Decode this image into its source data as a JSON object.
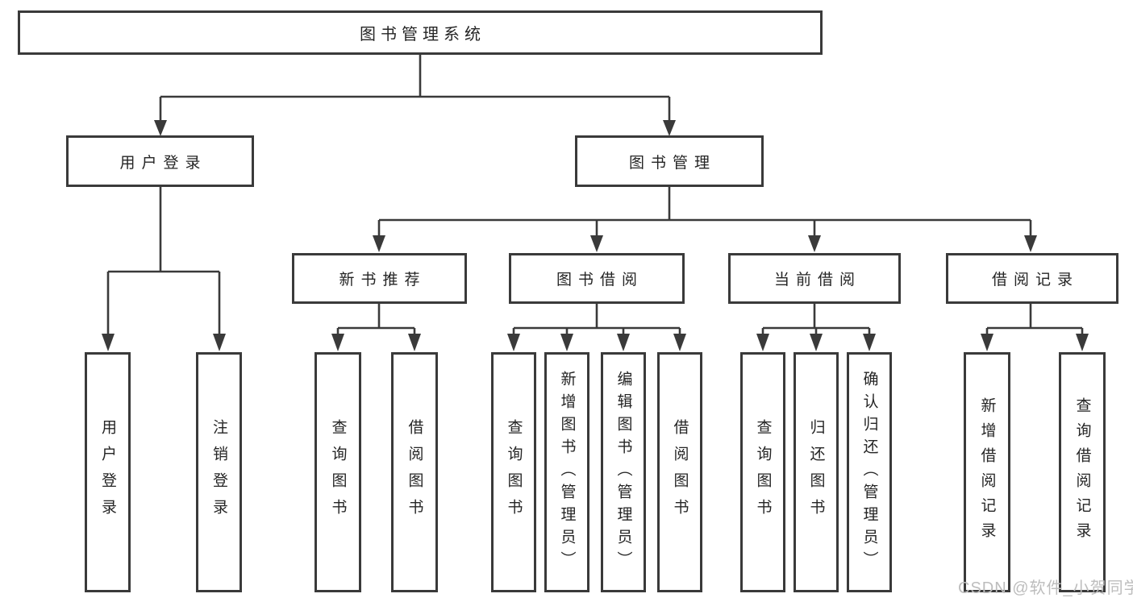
{
  "title": {
    "label": "图书管理系统"
  },
  "level2": {
    "user_login": "用户登录",
    "book_mgmt": "图书管理"
  },
  "level3": {
    "new_books": "新书推荐",
    "book_borrow": "图书借阅",
    "current_borrow": "当前借阅",
    "borrow_records": "借阅记录"
  },
  "leaves": {
    "login": "用户登录",
    "logout": "注销登录",
    "nb_query": "查询图书",
    "nb_borrow": "借阅图书",
    "bb_query": "查询图书",
    "bb_add": "新增图书（管理员）",
    "bb_edit": "编辑图书（管理员）",
    "bb_borrow": "借阅图书",
    "cb_query": "查询图书",
    "cb_return": "归还图书",
    "cb_confirm": "确认归还（管理员）",
    "br_add": "新增借阅记录",
    "br_query": "查询借阅记录"
  },
  "watermark": {
    "text": "CSDN @软件_小贺同学"
  },
  "colors": {
    "line": "#3a3a3a",
    "text": "#252525",
    "box_background": "#ffffff",
    "watermark": "#bdbdbd",
    "background": "#ffffff"
  }
}
